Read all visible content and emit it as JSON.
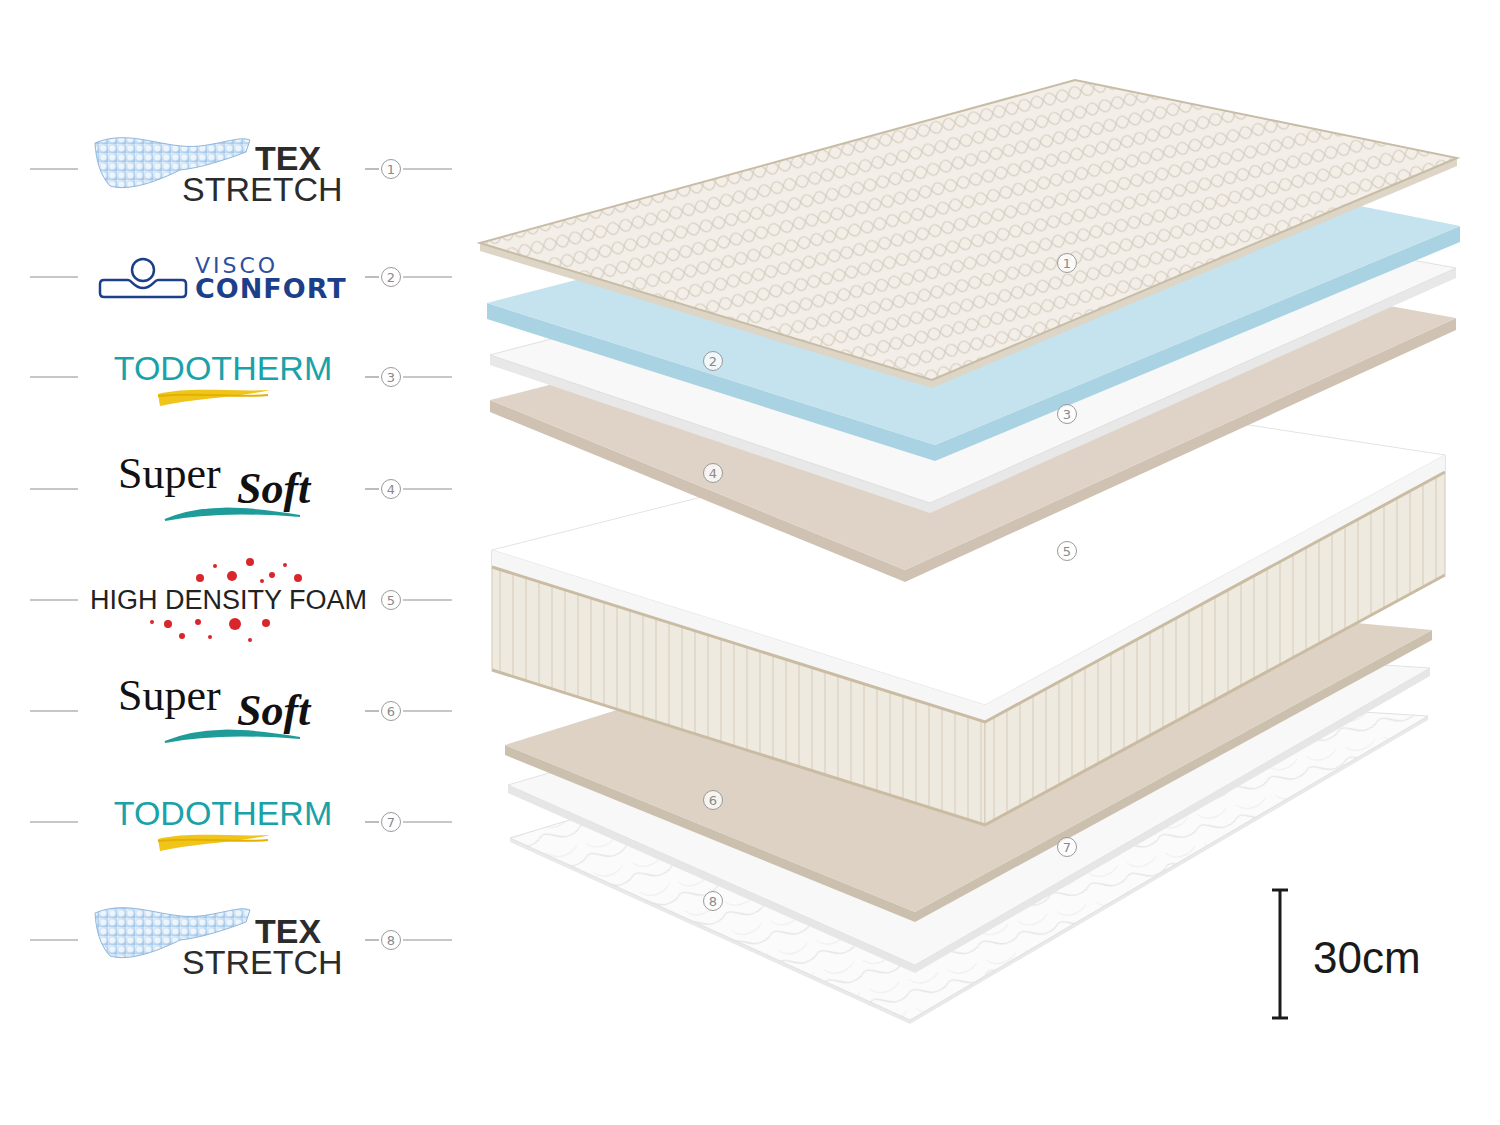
{
  "diagram": {
    "labels": [
      "TEX",
      "STRETCH",
      "1",
      "VISCO",
      "CONFORT",
      "2",
      "TODOTHERM",
      "3",
      "Super",
      "Soft",
      "4",
      "HIGH DENSITY FOAM",
      "5",
      "Super",
      "Soft",
      "6",
      "TODOTHERM",
      "7",
      "TEX",
      "STRETCH",
      "8",
      "1",
      "2",
      "3",
      "4",
      "5",
      "6",
      "7",
      "8",
      "30cm"
    ]
  }
}
